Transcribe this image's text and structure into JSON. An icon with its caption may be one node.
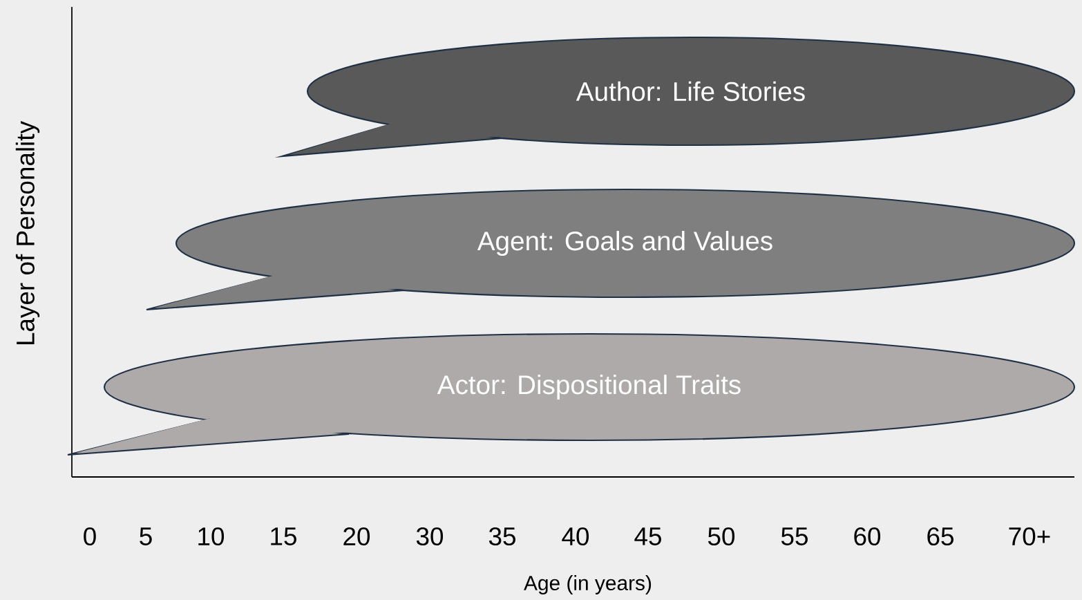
{
  "diagram": {
    "nodes": [
      {
        "text": [
          "Author: Life Stories"
        ]
      },
      {
        "text": [
          "Agent: Goals and Values"
        ]
      },
      {
        "text": [
          "Actor: Dispositional Traits"
        ]
      }
    ],
    "labels": [
      "Layer of Personality",
      "0",
      "5",
      "10",
      "15",
      "20",
      "30",
      "35",
      "40",
      "45",
      "50",
      "55",
      "60",
      "65",
      "70+",
      "Age (in years)"
    ]
  }
}
